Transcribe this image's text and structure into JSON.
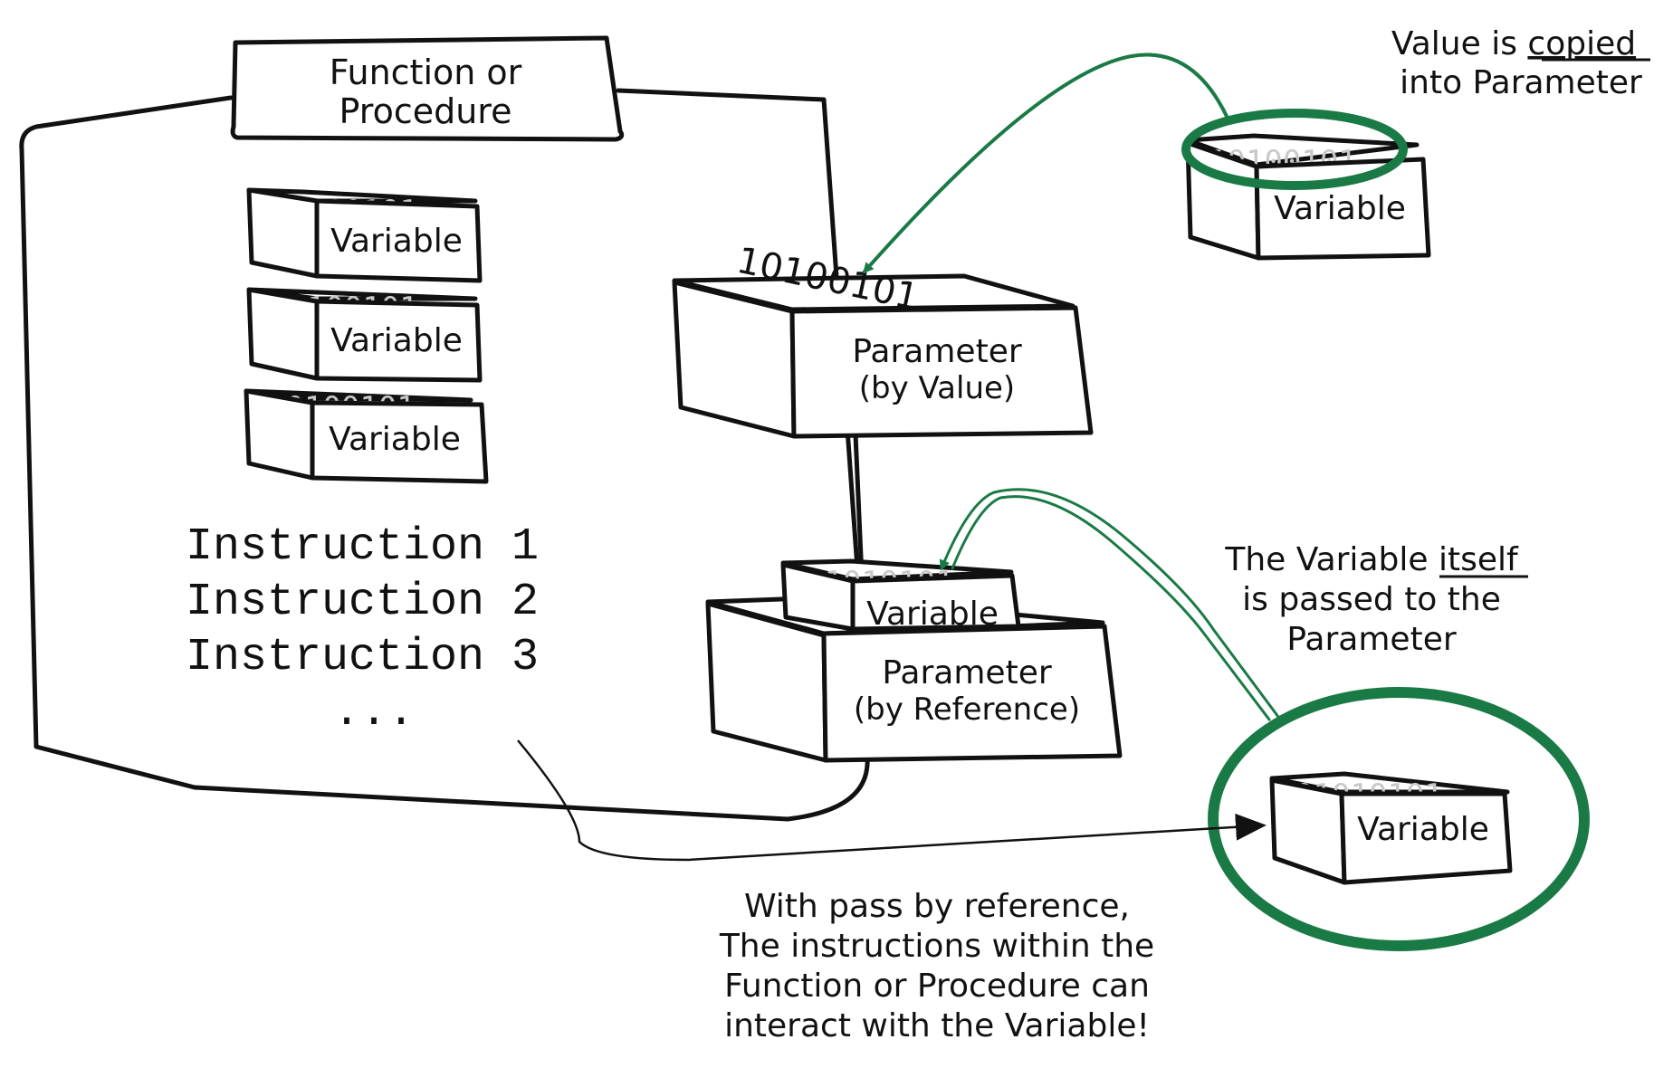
{
  "function_box": {
    "title_line1": "Function or",
    "title_line2": "Procedure",
    "local_variables": [
      "Variable",
      "Variable",
      "Variable"
    ],
    "instructions": [
      "Instruction 1",
      "Instruction 2",
      "Instruction 3",
      "..."
    ]
  },
  "binary_pattern": "10100101",
  "binary_pattern_ref": "01010101",
  "parameter_by_value": {
    "line1": "Parameter",
    "line2": "(by Value)",
    "bits_label": "10100101"
  },
  "parameter_by_reference": {
    "line1": "Parameter",
    "line2": "(by Reference)",
    "inner_variable": "Variable"
  },
  "external_variable_top": "Variable",
  "external_variable_bottom": "Variable",
  "note_copied": {
    "text_before": "Value is ",
    "underlined": "copied",
    "line2": "into Parameter"
  },
  "note_itself": {
    "text_before": "The Variable ",
    "underlined": "itself",
    "line2": "is passed to the",
    "line3": "Parameter"
  },
  "note_reference": {
    "line1": "With pass by reference,",
    "line2": "The instructions within the",
    "line3": "Function or Procedure can",
    "line4": "interact with the Variable!"
  },
  "colors": {
    "accent_green": "#1a7a45",
    "ink": "#111111",
    "bits_grey": "#c8c8c8"
  }
}
